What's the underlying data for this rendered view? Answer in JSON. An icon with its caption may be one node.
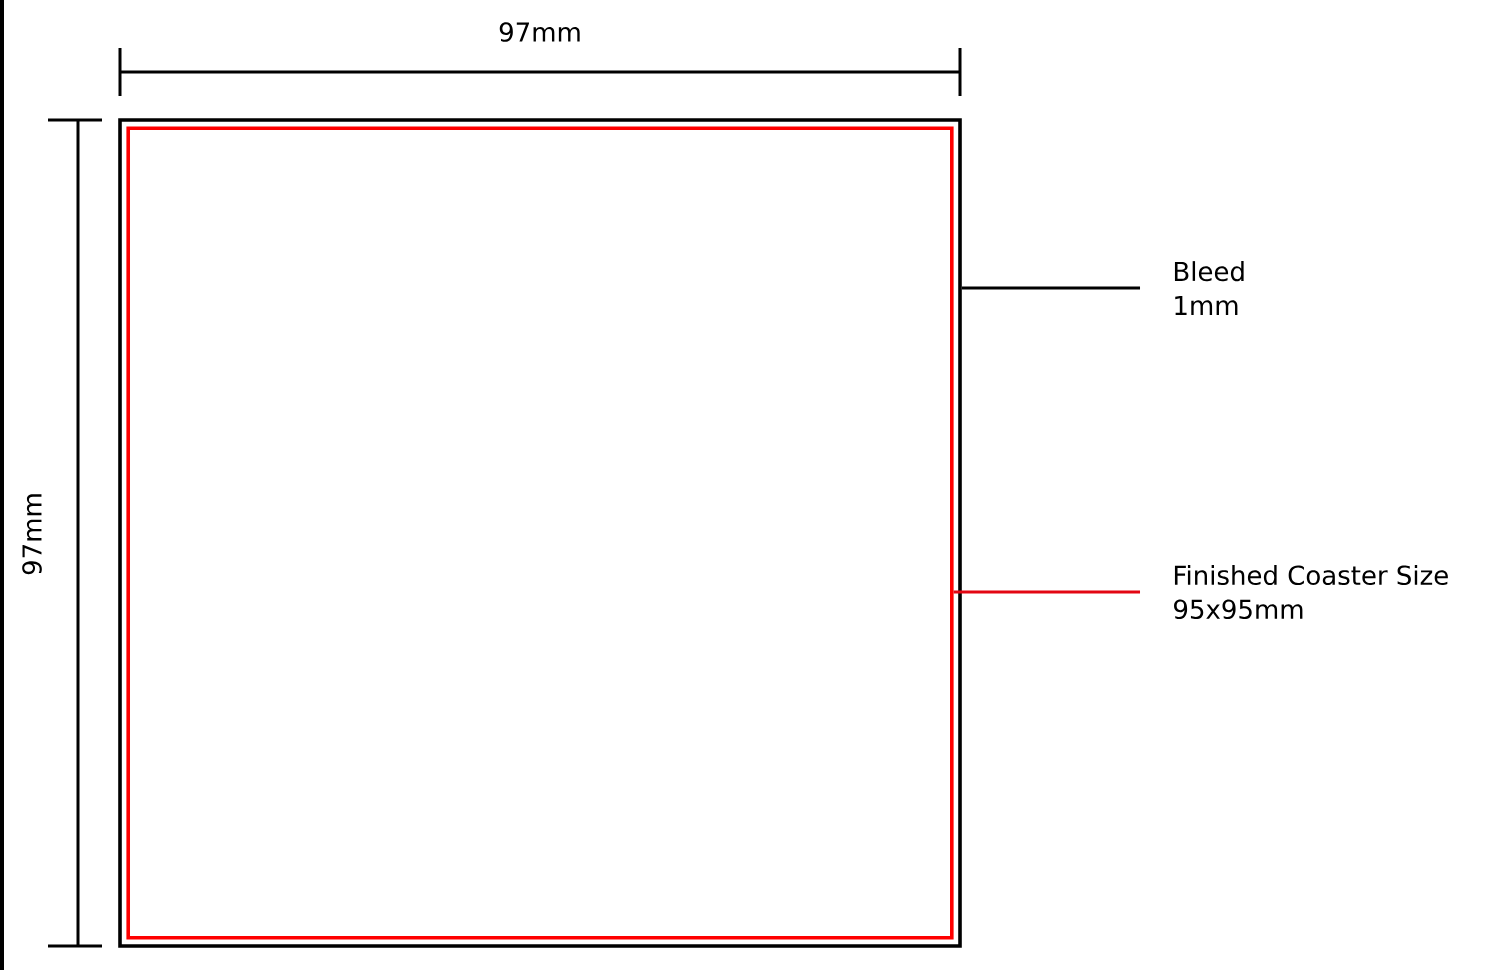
{
  "diagram": {
    "nodes": [
      {
        "text": [],
        "shape": "box"
      },
      {
        "text": [],
        "shape": "box",
        "in": 0
      },
      {
        "text": [
          "Bleed",
          "1mm"
        ]
      },
      {
        "text": [
          "Finished Coaster Size",
          "95x95mm"
        ]
      }
    ],
    "edges": [
      {
        "from": 2,
        "to": 0,
        "arrow": "none"
      },
      {
        "from": 3,
        "to": 1,
        "arrow": "none",
        "color": "#e30613"
      }
    ],
    "labels": [
      "97mm",
      "97mm"
    ]
  }
}
